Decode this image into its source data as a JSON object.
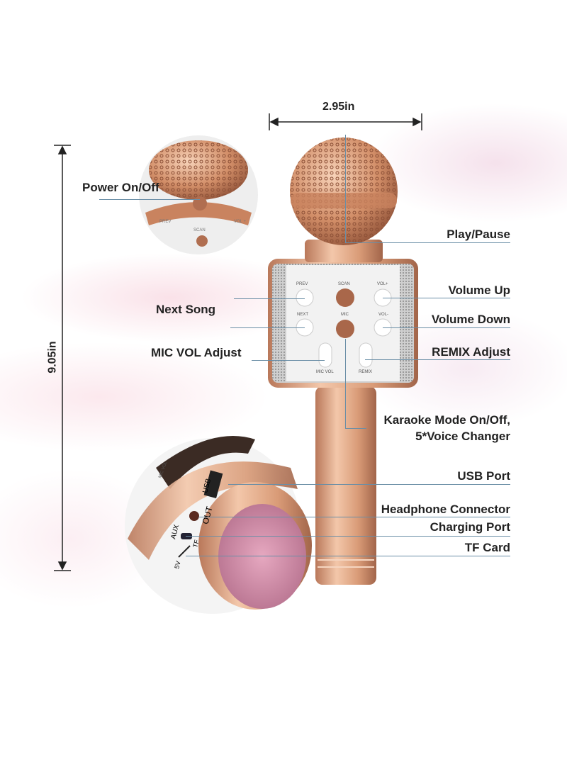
{
  "dimensions": {
    "width": "2.95in",
    "height": "9.05in"
  },
  "labels_left": {
    "power": "Power On/Off",
    "next_song": "Next Song",
    "mic_vol": "MIC VOL Adjust"
  },
  "labels_right": {
    "play_pause": "Play/Pause",
    "volume_up": "Volume Up",
    "volume_down": "Volume Down",
    "remix": "REMIX Adjust",
    "karaoke_line1": "Karaoke Mode On/Off,",
    "karaoke_line2": "5*Voice Changer",
    "usb": "USB Port",
    "headphone": "Headphone Connector",
    "charging": "Charging Port",
    "tf": "TF Card"
  },
  "panel_buttons": {
    "prev": "PREV",
    "scan": "SCAN",
    "vol_up": "VOL+",
    "next": "NEXT",
    "mic": "MIC",
    "vol_down": "VOL-",
    "mic_vol": "MIC VOL",
    "remix": "REMIX"
  },
  "inset_top": {
    "left": "PREV",
    "center": "SCAN",
    "right": "VOL +"
  },
  "inset_bottom": {
    "usb": "USB",
    "out": "OUT",
    "aux": "AUX",
    "tf": "TF",
    "five_v": "5V",
    "mic_vol": "MIC VOL"
  },
  "colors": {
    "rose_gold": "#d99b77",
    "line": "#6a8ea6"
  }
}
